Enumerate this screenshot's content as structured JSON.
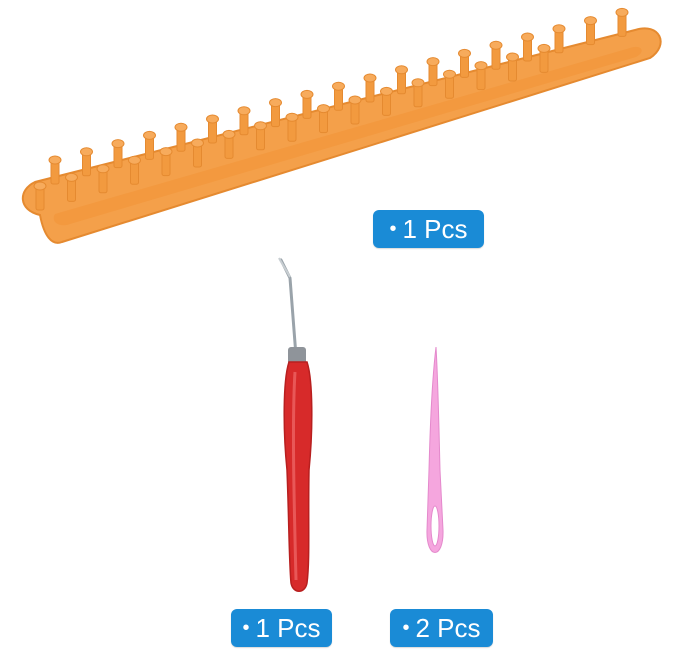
{
  "image": {
    "description_items": [
      {
        "name": "loom",
        "quantity_label": "1 Pcs",
        "bullet": "•"
      },
      {
        "name": "hook",
        "quantity_label": "1 Pcs",
        "bullet": "•"
      },
      {
        "name": "needle",
        "quantity_label": "2 Pcs",
        "bullet": "•"
      }
    ],
    "colors": {
      "background": "#ffffff",
      "badge": "#1a8bd6",
      "loom": "#f4a04a",
      "loom_shadow": "#e58a30",
      "hook_handle": "#d72a2a",
      "needle": "#f5a6de"
    },
    "icons": {
      "loom": "knitting-loom-illustration",
      "hook": "knitting-hook-illustration",
      "needle": "plastic-needle-illustration"
    }
  }
}
